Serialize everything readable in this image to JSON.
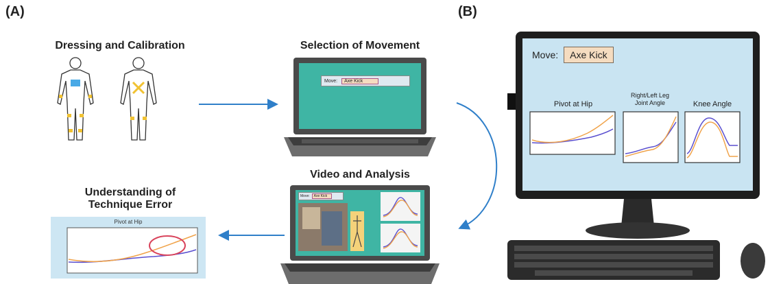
{
  "panels": {
    "a_label": "(A)",
    "b_label": "(B)"
  },
  "stages": {
    "dressing": "Dressing and Calibration",
    "selection": "Selection of Movement",
    "video": "Video and Analysis",
    "understanding_line1": "Understanding of",
    "understanding_line2": "Technique Error"
  },
  "small_laptop": {
    "move_label": "Move:",
    "move_value": "Axe Kick"
  },
  "analysis_laptop": {
    "move_label": "Move:",
    "move_value": "Axe Kick"
  },
  "error_chart": {
    "title": "Pivot at Hip"
  },
  "monitor": {
    "move_label": "Move:",
    "move_value": "Axe Kick",
    "chart1_title": "Pivot at Hip",
    "chart2_title_line1": "Right/Left Leg",
    "chart2_title_line2": "Joint Angle",
    "chart3_title": "Knee Angle"
  },
  "colors": {
    "arrow": "#2f7fc9",
    "screen_teal": "#3fb5a4",
    "monitor_screen": "#c9e4f2",
    "line_orange": "#f0a34a",
    "line_purple": "#5a4fcf",
    "circle_red": "#d9445c"
  }
}
